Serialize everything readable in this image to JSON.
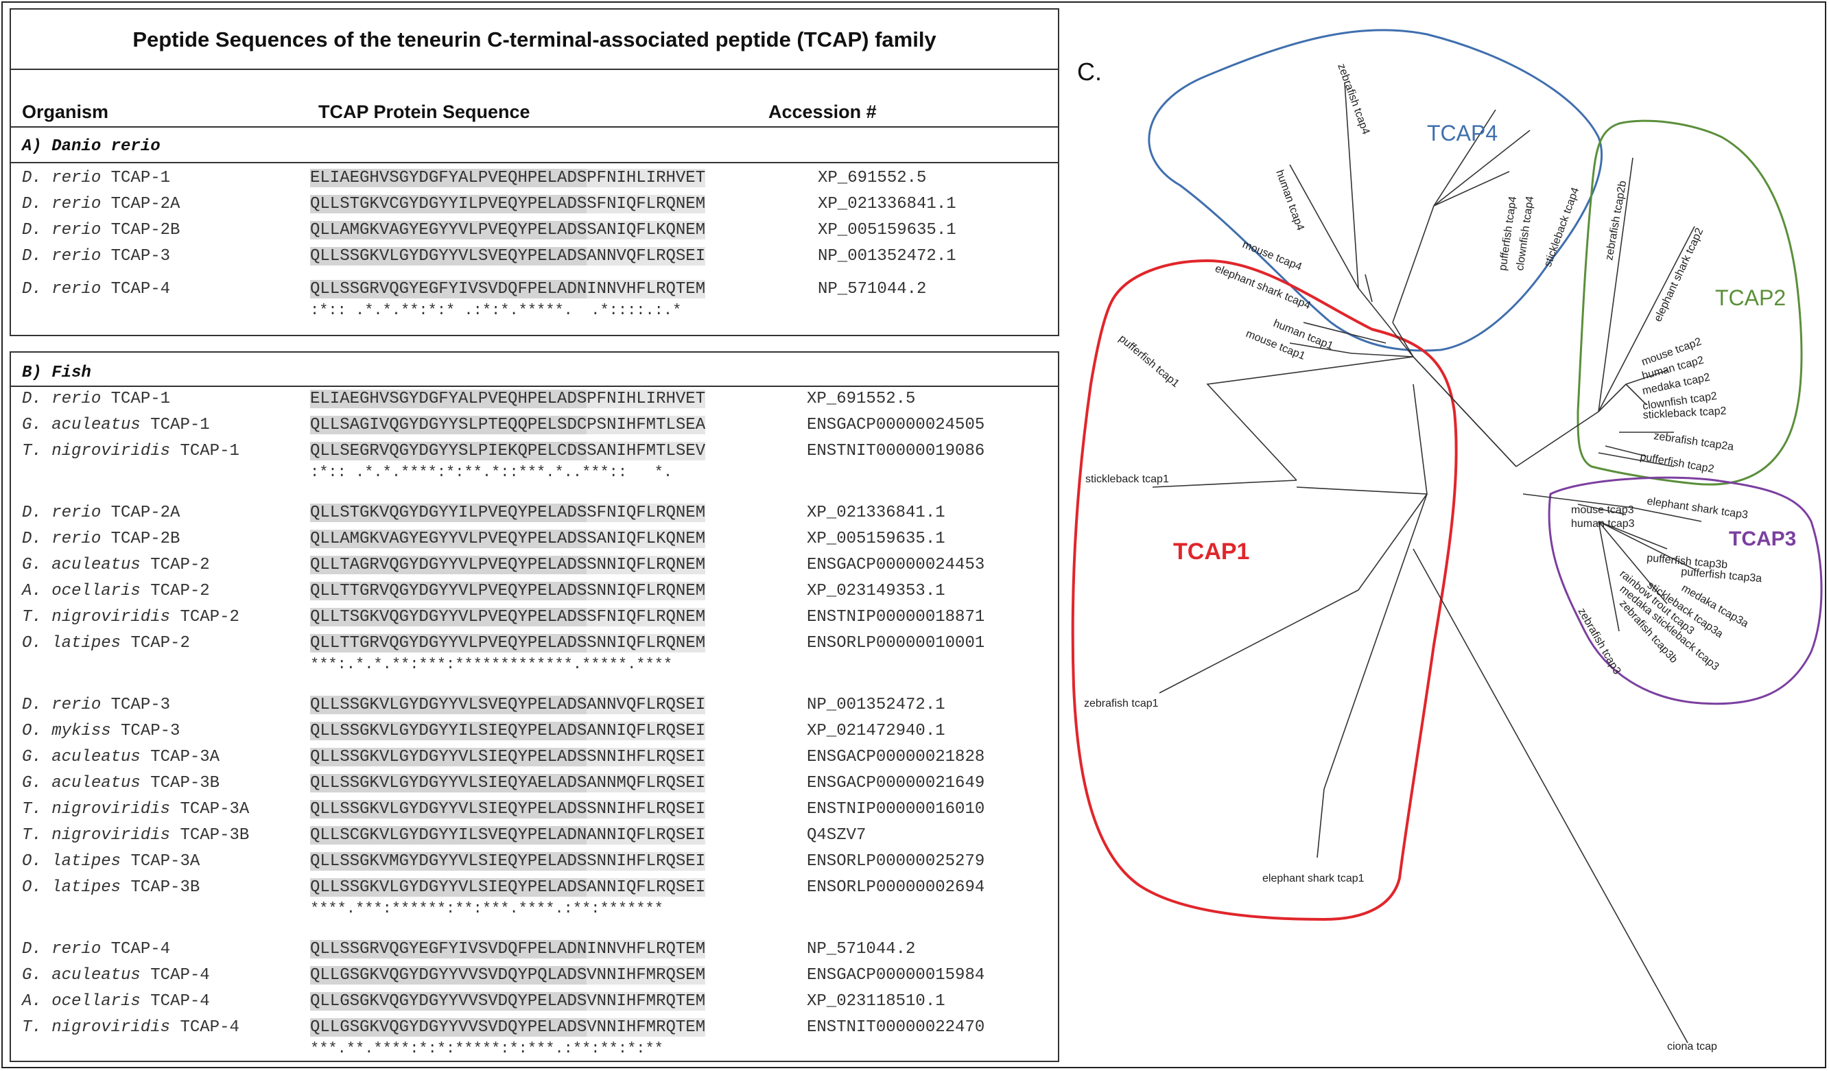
{
  "title": "Peptide Sequences of the teneurin C-terminal-associated peptide (TCAP) family",
  "headers": {
    "organism": "Organism",
    "sequence": "TCAP Protein Sequence",
    "accession": "Accession #"
  },
  "panel_a": {
    "section_label": "A) Danio rerio",
    "rows": [
      {
        "genus": "D. rerio",
        "name": "TCAP-1",
        "seq": "ELIAEGHVSGYDGFYALPVEQHPELADSPFNIHLIRHVET",
        "acc": "XP_691552.5"
      },
      {
        "genus": "D. rerio",
        "name": "TCAP-2A",
        "seq": "QLLSTGKVCGYDGYYILPVEQYPELADSSFNIQFLRQNEM",
        "acc": "XP_021336841.1"
      },
      {
        "genus": "D. rerio",
        "name": "TCAP-2B",
        "seq": "QLLAMGKVAGYEGYYVLPVEQYPELADSSANIQFLKQNEM",
        "acc": "XP_005159635.1"
      },
      {
        "genus": "D. rerio",
        "name": "TCAP-3",
        "seq": "QLLSSGKVLGYDGYYVLSVEQYPELADSANNVQFLRQSEI",
        "acc": "NP_001352472.1"
      },
      {
        "genus": "D. rerio",
        "name": "TCAP-4",
        "seq": "QLLSSGRVQGYEGFYIVSVDQFPELADNINNVHFLRQTEM",
        "acc": "NP_571044.2"
      }
    ],
    "consensus": ":*:: .*.*.**:*:* .:*:*.*****.  .*::::.:.*"
  },
  "panel_b": {
    "section_label": "B) Fish",
    "groups": [
      {
        "rows": [
          {
            "genus": "D. rerio",
            "name": "TCAP-1",
            "seq": "ELIAEGHVSGYDGFYALPVEQHPELADSPFNIHLIRHVET",
            "acc": "XP_691552.5"
          },
          {
            "genus": "G. aculeatus",
            "name": "TCAP-1",
            "seq": "QLLSAGIVQGYDGYYSLPTEQQPELSDCPSNIHFMTLSEA",
            "acc": "ENSGACP00000024505"
          },
          {
            "genus": "T. nigroviridis",
            "name": "TCAP-1",
            "seq": "QLLSEGRVQGYDGYYSLPIEKQPELCDSSANIHFMTLSEV",
            "acc": "ENSTNIT00000019086"
          }
        ],
        "consensus": ":*:: .*.*.****:*:**.*::***.*..***::   *."
      },
      {
        "rows": [
          {
            "genus": "D. rerio",
            "name": "TCAP-2A",
            "seq": "QLLSTGKVQGYDGYYILPVEQYPELADSSFNIQFLRQNEM",
            "acc": "XP_021336841.1"
          },
          {
            "genus": "D. rerio",
            "name": "TCAP-2B",
            "seq": "QLLAMGKVAGYEGYYVLPVEQYPELADSSANIQFLKQNEM",
            "acc": "XP_005159635.1"
          },
          {
            "genus": "G. aculeatus",
            "name": "TCAP-2",
            "seq": "QLLTAGRVQGYDGYYVLPVEQYPELADSSNNIQFLRQNEM",
            "acc": "ENSGACP00000024453"
          },
          {
            "genus": "A. ocellaris",
            "name": "TCAP-2",
            "seq": "QLLTTGRVQGYDGYYVLPVEQYPELADSSNNIQFLRQNEM",
            "acc": "XP_023149353.1"
          },
          {
            "genus": "T. nigroviridis",
            "name": "TCAP-2",
            "seq": "QLLTSGKVQGYDGYYVLPVEQYPELADSSFNIQFLRQNEM",
            "acc": "ENSTNIP00000018871"
          },
          {
            "genus": "O. latipes",
            "name": "TCAP-2",
            "seq": "QLLTTGRVQGYDGYYVLPVEQYPELADSSNNIQFLRQNEM",
            "acc": "ENSORLP00000010001"
          }
        ],
        "consensus": "***:.*.*.**:***:*************.*****.****"
      },
      {
        "rows": [
          {
            "genus": "D. rerio",
            "name": "TCAP-3",
            "seq": "QLLSSGKVLGYDGYYVLSVEQYPELADSANNVQFLRQSEI",
            "acc": "NP_001352472.1"
          },
          {
            "genus": "O. mykiss",
            "name": "TCAP-3",
            "seq": "QLLSSGKVLGYDGYYILSIEQYPELADSANNIQFLRQSEI",
            "acc": "XP_021472940.1"
          },
          {
            "genus": "G. aculeatus",
            "name": "TCAP-3A",
            "seq": "QLLSSGKVLGYDGYYVLSIEQYPELADSSNNIHFLRQSEI",
            "acc": "ENSGACP00000021828"
          },
          {
            "genus": "G. aculeatus",
            "name": "TCAP-3B",
            "seq": "QLLSSGKVLGYDGYYVLSIEQYAELADSANNMQFLRQSEI",
            "acc": "ENSGACP00000021649"
          },
          {
            "genus": "T. nigroviridis",
            "name": "TCAP-3A",
            "seq": "QLLSSGKVLGYDGYYVLSIEQYPELADSSNNIHFLRQSEI",
            "acc": "ENSTNIP00000016010"
          },
          {
            "genus": "T. nigroviridis",
            "name": "TCAP-3B",
            "seq": "QLLSCGKVLGYDGYYILSVEQYPELADNANNIQFLRQSEI",
            "acc": "Q4SZV7"
          },
          {
            "genus": "O. latipes",
            "name": "TCAP-3A",
            "seq": "QLLSSGKVMGYDGYYVLSIEQYPELADSSNNIHFLRQSEI",
            "acc": "ENSORLP00000025279"
          },
          {
            "genus": "O. latipes",
            "name": "TCAP-3B",
            "seq": "QLLSSGKVLGYDGYYVLSIEQYPELADSANNIQFLRQSEI",
            "acc": "ENSORLP00000002694"
          }
        ],
        "consensus": "****.***:******:**:***.****.:**:*******"
      },
      {
        "rows": [
          {
            "genus": "D. rerio",
            "name": "TCAP-4",
            "seq": "QLLSSGRVQGYEGFYIVSVDQFPELADNINNVHFLRQTEM",
            "acc": "NP_571044.2"
          },
          {
            "genus": "G. aculeatus",
            "name": "TCAP-4",
            "seq": "QLLGSGKVQGYDGYYVVSVDQYPQLADSVNNIHFMRQSEM",
            "acc": "ENSGACP00000015984"
          },
          {
            "genus": "A. ocellaris",
            "name": "TCAP-4",
            "seq": "QLLGSGKVQGYDGYYVVSVDQYPELADSVNNIHFMRQTEM",
            "acc": "XP_023118510.1"
          },
          {
            "genus": "T. nigroviridis",
            "name": "TCAP-4",
            "seq": "QLLGSGKVQGYDGYYVVSVDQYPELADSVNNIHFMRQTEM",
            "acc": "ENSTNIT00000022470"
          }
        ],
        "consensus": "***.**.****:*:*:*****:*:***.:**:**:*:**"
      }
    ]
  },
  "tree": {
    "panel_letter": "C.",
    "clusters": [
      {
        "label": "TCAP1",
        "color": "#e0262b"
      },
      {
        "label": "TCAP2",
        "color": "#5a8f3a"
      },
      {
        "label": "TCAP3",
        "color": "#7b3fa0"
      },
      {
        "label": "TCAP4",
        "color": "#3f6fae"
      }
    ],
    "leaves": [
      "zebrafish tcap4",
      "human tcap4",
      "mouse tcap4",
      "elephant shark tcap4",
      "pufferfish tcap4",
      "clownfish tcap4",
      "stickleback tcap4",
      "zebrafish tcap2b",
      "elephant shark tcap2",
      "mouse tcap2",
      "human tcap2",
      "medaka tcap2",
      "clownfish tcap2",
      "stickleback tcap2",
      "zebrafish tcap2a",
      "pufferfish tcap2",
      "elephant shark tcap3",
      "mouse tcap3",
      "human tcap3",
      "pufferfish tcap3b",
      "pufferfish tcap3a",
      "medaka tcap3a",
      "stickleback tcap3a",
      "rainbow trout tcap3",
      "medaka stickleback tcap3",
      "zebrafish tcap3b",
      "zebrafish tcap3",
      "human tcap1",
      "mouse tcap1",
      "pufferfish tcap1",
      "stickleback tcap1",
      "zebrafish tcap1",
      "elephant shark tcap1",
      "ciona tcap"
    ]
  }
}
